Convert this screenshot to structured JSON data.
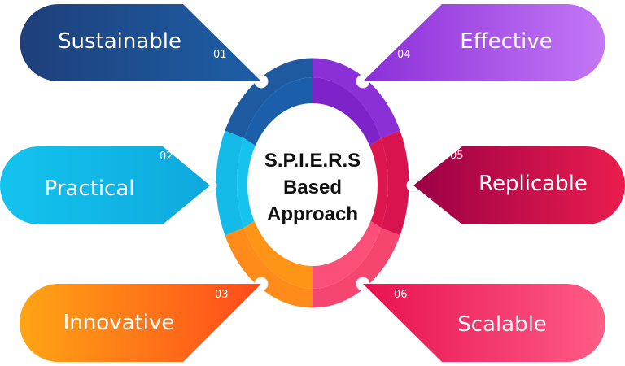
{
  "center": {
    "lines": [
      "S.P.I.E.R.S",
      "Based",
      "Approach"
    ]
  },
  "items": [
    {
      "number": "01",
      "label": "Sustainable"
    },
    {
      "number": "02",
      "label": "Practical"
    },
    {
      "number": "03",
      "label": "Innovative"
    },
    {
      "number": "04",
      "label": "Effective"
    },
    {
      "number": "05",
      "label": "Replicable"
    },
    {
      "number": "06",
      "label": "Scalable"
    }
  ],
  "colors": {
    "sustainable": [
      "#1e3f7a",
      "#1f6fb5"
    ],
    "practical": [
      "#10bdea",
      "#27d4f4"
    ],
    "innovative": [
      "#ff5a1f",
      "#ff9b17"
    ],
    "effective": [
      "#7a2fd0",
      "#c16ff4"
    ],
    "replicable": [
      "#a5004b",
      "#e8184b"
    ],
    "scalable": [
      "#f0205c",
      "#ff4f7d"
    ]
  }
}
